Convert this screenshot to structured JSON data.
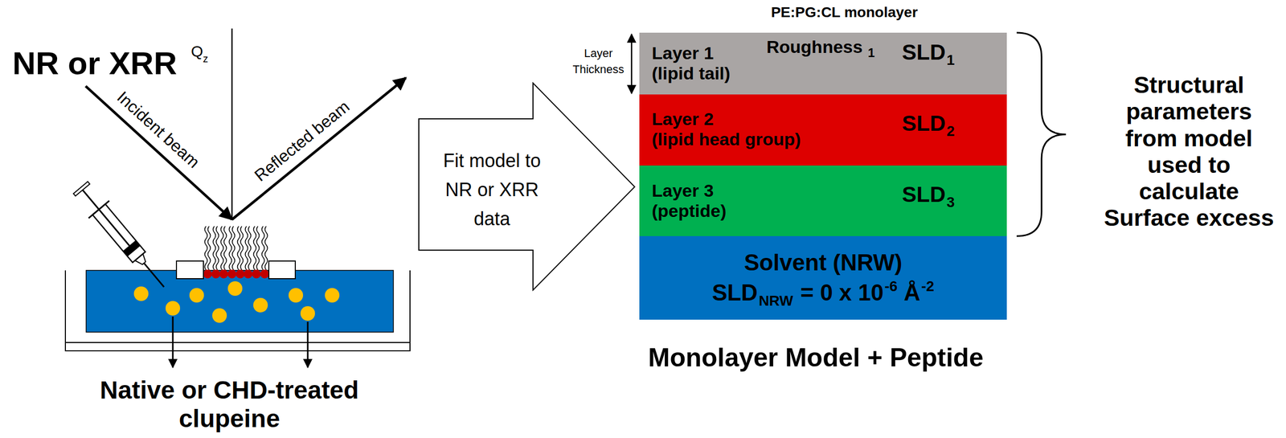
{
  "diagram": {
    "nodes": [
      {
        "text": [
          "Fit model to NR or XRR data"
        ]
      },
      {
        "text": [
          "Layer 1 (lipid tail)",
          "Roughness",
          "1",
          "SLD",
          "1"
        ]
      },
      {
        "text": [
          "Layer 2 (lipid head group)",
          "SLD",
          "2"
        ]
      },
      {
        "text": [
          "Layer 3 (peptide)",
          "SLD",
          "3"
        ]
      },
      {
        "text": [
          "Solvent (NRW)",
          "SLD",
          "NRW",
          "= 0 x 10",
          "-6",
          "Å",
          "-2"
        ]
      }
    ],
    "labels": [
      "NR or XRR",
      "Q",
      "z",
      "Incident beam",
      "Reflected beam",
      "Native or CHD-treated clupeine",
      "PE:PG:CL monolayer",
      "Layer Thickness",
      "Structural parameters from model used to calculate Surface excess",
      "Monolayer Model + Peptide"
    ]
  }
}
